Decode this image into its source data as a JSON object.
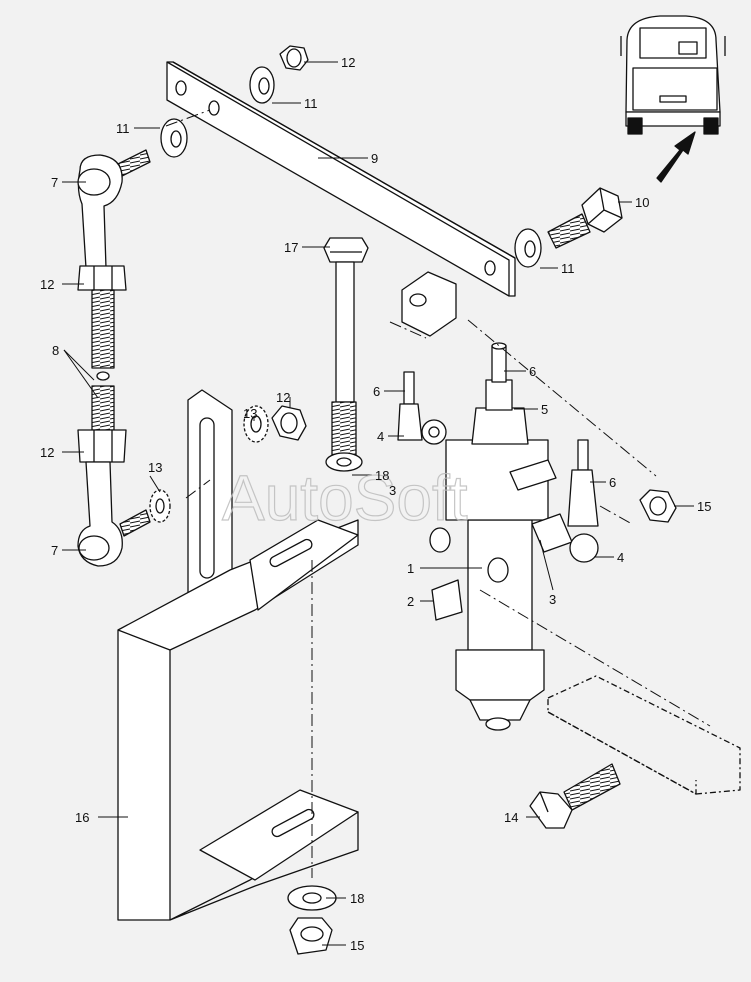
{
  "diagram": {
    "watermark": "AutoSoft",
    "callouts": {
      "c12_top": "12",
      "c11_top": "11",
      "c11_left": "11",
      "c9": "9",
      "c7_top": "7",
      "c10": "10",
      "c17": "17",
      "c11_right": "11",
      "c12_left_top": "12",
      "c8": "8",
      "c6_mid": "6",
      "c6_left": "6",
      "c5": "5",
      "c12_mid": "12",
      "c13_mid": "13",
      "c4_left": "4",
      "c12_left_bottom": "12",
      "c18_mid": "18",
      "c3_left": "3",
      "c13_left": "13",
      "c6_right": "6",
      "c15_right": "15",
      "c7_bottom": "7",
      "c1": "1",
      "c4_right": "4",
      "c2": "2",
      "c3_right": "3",
      "c16": "16",
      "c14": "14",
      "c18_bottom": "18",
      "c15_bottom": "15"
    }
  }
}
